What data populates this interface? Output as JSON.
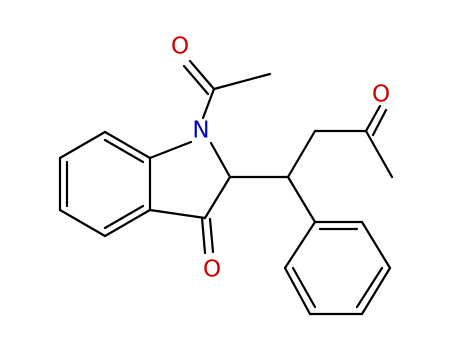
{
  "atoms": [
    {
      "key": "o1",
      "symbol": "O",
      "color": "#d00000"
    },
    {
      "key": "n1",
      "symbol": "N",
      "color": "#0000c0"
    },
    {
      "key": "o2",
      "symbol": "O",
      "color": "#d00000"
    },
    {
      "key": "o3",
      "symbol": "O",
      "color": "#d00000"
    }
  ],
  "colors": {
    "bond": "#000000",
    "oxygen": "#d00000",
    "nitrogen": "#0000c0"
  }
}
